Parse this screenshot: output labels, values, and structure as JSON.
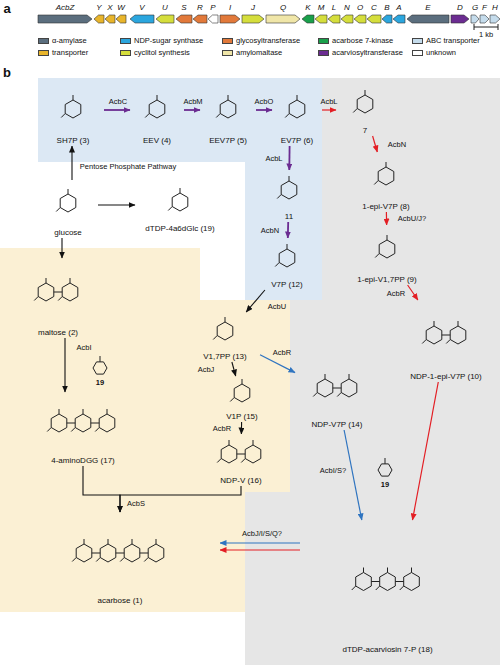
{
  "diagram": {
    "nodes": [
      {
        "text": [
          "AcbZ"
        ]
      },
      {
        "text": [
          "Y"
        ]
      },
      {
        "text": [
          "X"
        ]
      },
      {
        "text": [
          "W"
        ]
      },
      {
        "text": [
          "V"
        ]
      },
      {
        "text": [
          "U"
        ]
      },
      {
        "text": [
          "S"
        ]
      },
      {
        "text": [
          "R"
        ]
      },
      {
        "text": [
          "P"
        ]
      },
      {
        "text": [
          "I"
        ]
      },
      {
        "text": [
          "J"
        ]
      },
      {
        "text": [
          "Q"
        ]
      },
      {
        "text": [
          "K"
        ]
      },
      {
        "text": [
          "M"
        ]
      },
      {
        "text": [
          "L"
        ]
      },
      {
        "text": [
          "N"
        ]
      },
      {
        "text": [
          "O"
        ]
      },
      {
        "text": [
          "C"
        ]
      },
      {
        "text": [
          "B"
        ]
      },
      {
        "text": [
          "A"
        ]
      },
      {
        "text": [
          "E"
        ]
      },
      {
        "text": [
          "D"
        ]
      },
      {
        "text": [
          "G"
        ]
      },
      {
        "text": [
          "F"
        ]
      },
      {
        "text": [
          "H"
        ]
      },
      {
        "text": [
          "SH7P (3)"
        ]
      },
      {
        "text": [
          "EEV (4)"
        ]
      },
      {
        "text": [
          "EEV7P (5)"
        ]
      },
      {
        "text": [
          "EV7P (6)"
        ]
      },
      {
        "text": [
          "7"
        ]
      },
      {
        "text": [
          "11"
        ]
      },
      {
        "text": [
          "1-epi-V7P (8)"
        ]
      },
      {
        "text": [
          "glucose"
        ]
      },
      {
        "text": [
          "dTDP-4a6dGlc (19)"
        ]
      },
      {
        "text": [
          "1-epi-V1,7PP (9)"
        ]
      },
      {
        "text": [
          "V7P (12)"
        ]
      },
      {
        "text": [
          "maltose (2)"
        ]
      },
      {
        "text": [
          "V1,7PP (13)"
        ]
      },
      {
        "text": [
          "NDP-1-epi-V7P (10)"
        ]
      },
      {
        "text": [
          "V1P (15)"
        ]
      },
      {
        "text": [
          "NDP-V7P (14)"
        ]
      },
      {
        "text": [
          "4-aminoDGG (17)"
        ]
      },
      {
        "text": [
          "NDP-V (16)"
        ]
      },
      {
        "text": [
          "acarbose (1)"
        ]
      },
      {
        "text": [
          "dTDP-acarviosin 7-P (18)"
        ]
      }
    ],
    "edges": [
      {
        "from": 25,
        "to": 26,
        "arrow": "to",
        "label": "AcbC"
      },
      {
        "from": 26,
        "to": 27,
        "arrow": "to",
        "label": "AcbM"
      },
      {
        "from": 27,
        "to": 28,
        "arrow": "to",
        "label": "AcbO"
      },
      {
        "from": 28,
        "to": 29,
        "arrow": "to",
        "label": "AcbL"
      },
      {
        "from": 29,
        "to": 31,
        "arrow": "to",
        "label": "AcbN"
      },
      {
        "from": 31,
        "to": 34,
        "arrow": "to",
        "label": "AcbU/J?"
      },
      {
        "from": 34,
        "to": 38,
        "arrow": "to",
        "label": "AcbR"
      },
      {
        "from": 28,
        "to": 30,
        "arrow": "to",
        "label": "AcbL"
      },
      {
        "from": 30,
        "to": 35,
        "arrow": "to",
        "label": "AcbN"
      },
      {
        "from": 35,
        "to": 37,
        "arrow": "to",
        "label": "AcbU"
      },
      {
        "from": 37,
        "to": 40,
        "arrow": "to",
        "label": "AcbR"
      },
      {
        "from": 37,
        "to": 39,
        "arrow": "to",
        "label": "AcbJ"
      },
      {
        "from": 39,
        "to": 42,
        "arrow": "to",
        "label": "AcbR"
      },
      {
        "from": 32,
        "to": 25,
        "arrow": "to",
        "label": "Pentose Phosphate Pathway"
      },
      {
        "from": 32,
        "to": 33,
        "arrow": "to"
      },
      {
        "from": 32,
        "to": 36,
        "arrow": "to"
      },
      {
        "from": 36,
        "to": 41,
        "arrow": "to",
        "label": "AcbI"
      },
      {
        "from": 41,
        "to": 43,
        "arrow": "to",
        "label": "AcbS"
      },
      {
        "from": 42,
        "to": 43,
        "arrow": "to"
      },
      {
        "from": 40,
        "to": 44,
        "arrow": "to",
        "label": "AcbI/S?"
      },
      {
        "from": 38,
        "to": 44,
        "arrow": "to"
      },
      {
        "from": 44,
        "to": 43,
        "arrow": "to",
        "label": "AcbJ/I/S/Q?"
      },
      {
        "from": 44,
        "to": 43,
        "arrow": "to"
      }
    ],
    "labels": [
      "a",
      "1 kb",
      "b",
      "19",
      "19"
    ],
    "legend": [
      {
        "text": "α-amylase",
        "color": "#5b6e7e"
      },
      {
        "text": "NDP-sugar synthase",
        "color": "#2ba6de"
      },
      {
        "text": "glycosyltransferase",
        "color": "#e2793a"
      },
      {
        "text": "acarbose 7-kinase",
        "color": "#19a04b"
      },
      {
        "text": "ABC transporter",
        "color": "#c5dcec"
      },
      {
        "text": "transporter",
        "color": "#e9b52b"
      },
      {
        "text": "cyclitol synthesis",
        "color": "#d5de3c"
      },
      {
        "text": "amylomaltase",
        "color": "#f0e6a8"
      },
      {
        "text": "acarviosyltransferase",
        "color": "#6b2c91"
      },
      {
        "text": "unknown",
        "color": "#ffffff"
      }
    ]
  }
}
